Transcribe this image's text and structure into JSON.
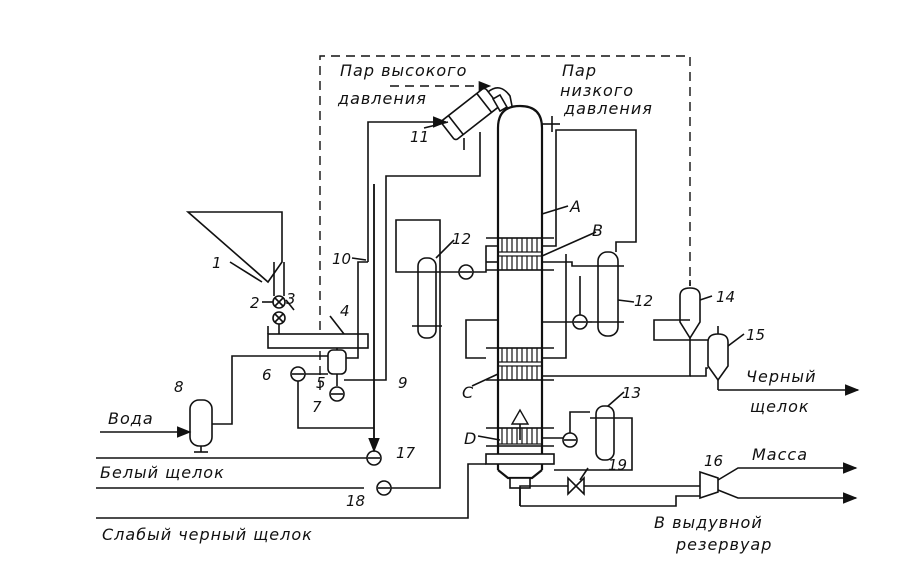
{
  "labels": {
    "steam_high": [
      "Пар высокого",
      "давления"
    ],
    "steam_low": [
      "Пар",
      "низкого",
      "давления"
    ],
    "water": "Вода",
    "white_liquor": "Белый щелок",
    "weak_black_liquor": "Слабый черный щелок",
    "black_liquor": [
      "Черный",
      "щелок"
    ],
    "pulp": "Масса",
    "blow_tank": [
      "В выдувной",
      "резервуар"
    ]
  },
  "zones": [
    "A",
    "B",
    "C",
    "D"
  ],
  "numbers": [
    "1",
    "2",
    "3",
    "4",
    "5",
    "6",
    "7",
    "8",
    "9",
    "10",
    "11",
    "12",
    "12",
    "13",
    "14",
    "15",
    "16",
    "17",
    "18",
    "19"
  ]
}
